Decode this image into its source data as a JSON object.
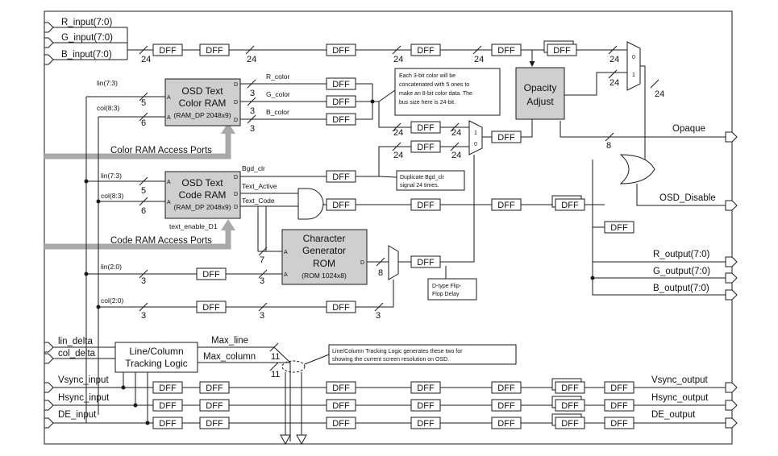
{
  "inputs": {
    "r_input": "R_input(7:0)",
    "g_input": "G_input(7:0)",
    "b_input": "B_input(7:0)",
    "lin_delta": "lin_delta",
    "col_delta": "col_delta",
    "vsync_input": "Vsync_input",
    "hsync_input": "Hsync_input",
    "de_input": "DE_input"
  },
  "outputs": {
    "r_output": "R_output(7:0)",
    "g_output": "G_output(7:0)",
    "b_output": "B_output(7:0)",
    "vsync_output": "Vsync_output",
    "hsync_output": "Hsync_output",
    "de_output": "DE_output",
    "opaque": "Opaque",
    "osd_disable": "OSD_Disable"
  },
  "blocks": {
    "color_ram": {
      "l1": "OSD Text",
      "l2": "Color RAM",
      "l3": "(RAM_DP 2048x9)"
    },
    "code_ram": {
      "l1": "OSD Text",
      "l2": "Code RAM",
      "l3": "(RAM_DP 2048x9)"
    },
    "char_rom": {
      "l1": "Character",
      "l2": "Generator",
      "l3": "ROM",
      "l4": "(ROM 1024x8)"
    },
    "opacity": {
      "l1": "Opacity",
      "l2": "Adjust"
    },
    "tracking": {
      "l1": "Line/Column",
      "l2": "Tracking Logic"
    }
  },
  "labels": {
    "dff": "DFF",
    "color_ram_ports": "Color RAM Access Ports",
    "code_ram_ports": "Code RAM Access Ports",
    "lin73_a": "lin(7:3)",
    "col83_a": "col(8:3)",
    "lin73_b": "lin(7:3)",
    "col83_b": "col(8:3)",
    "lin20": "lin(2:0)",
    "col20": "col(2:0)",
    "r_color": "R_color",
    "g_color": "G_color",
    "b_color": "B_color",
    "bgd_clr": "Bgd_clr",
    "text_active": "Text_Active",
    "text_code": "Text_Code",
    "text_enable": "text_enable_D1",
    "max_line": "Max_line",
    "max_column": "Max_column",
    "port_a": "A",
    "port_d": "D",
    "mux0": "0",
    "mux1": "1"
  },
  "widths": {
    "w24": "24",
    "w5": "5",
    "w6": "6",
    "w3": "3",
    "w7": "7",
    "w8": "8",
    "w11": "11"
  },
  "notes": {
    "concat_1": "Each 3-bit color will be",
    "concat_2": "concatenated with 5 ones to",
    "concat_3": "make an 8-bit color data.  The",
    "concat_4": "bus size here is 24-bit.",
    "dup_1": "Duplicate Bgd_clr",
    "dup_2": "signal 24 times.",
    "dtype_1": "D-type Flip-",
    "dtype_2": "Flop Delay",
    "track_1": "Line/Column Tracking Logic generates these two for",
    "track_2": "showing the current screen resolution on OSD."
  }
}
